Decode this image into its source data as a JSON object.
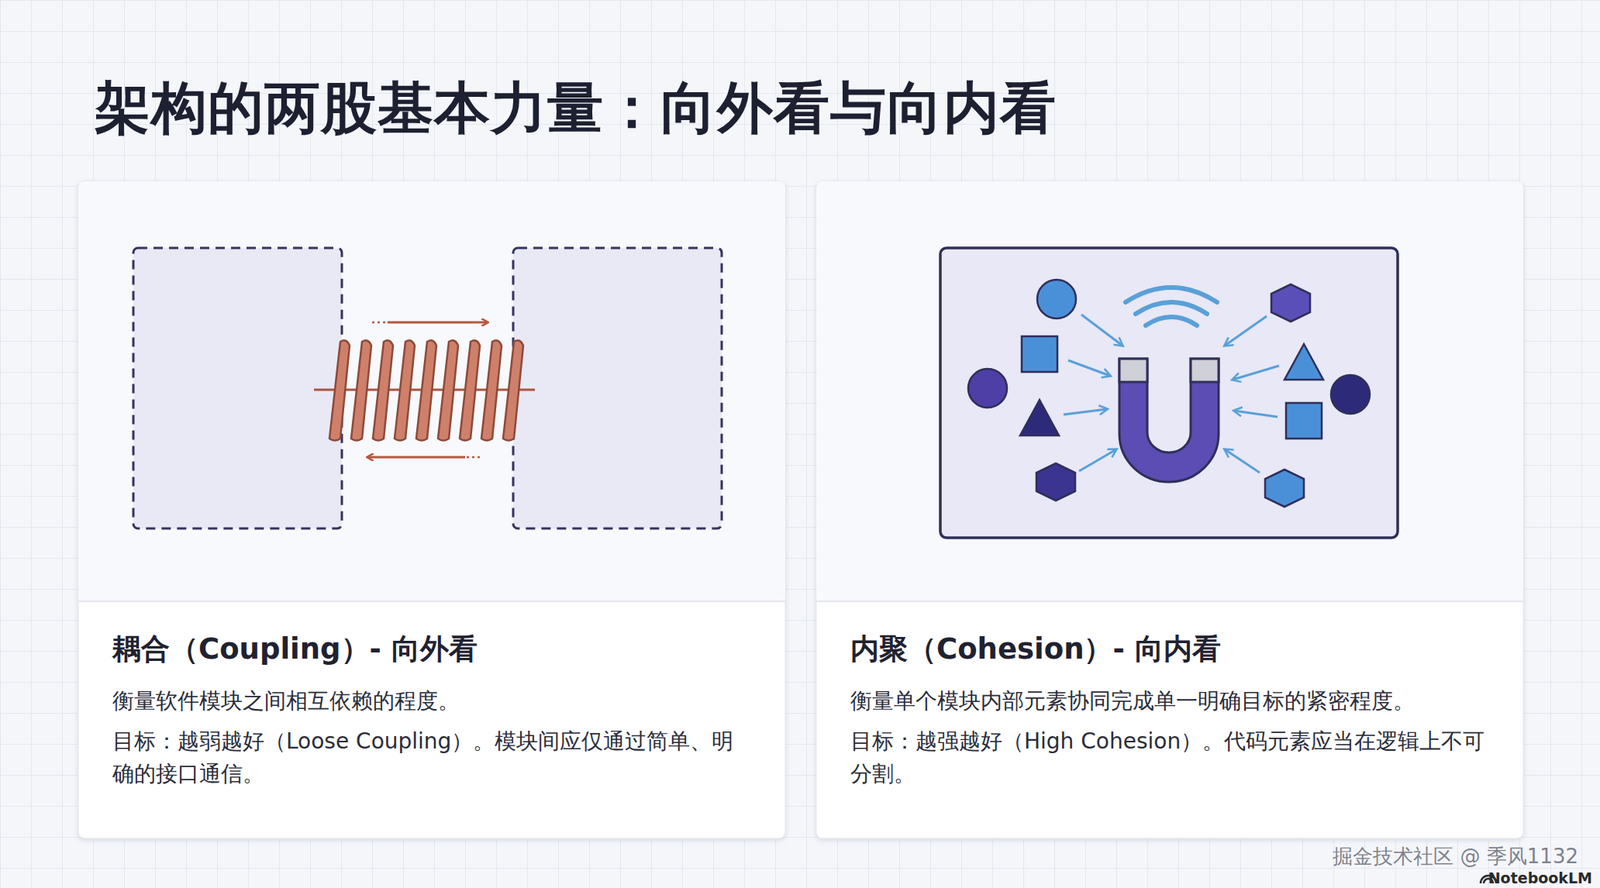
{
  "diagram": {
    "title": "架构的两股基本力量：向外看与向内看",
    "nodes": [
      {
        "text": [
          "耦合（Coupling）- 向外看",
          "衡量软件模块之间相互依赖的程度。",
          "目标：越弱越好（Loose Coupling）。模块间应仅通过简单、明确的接口通信。"
        ]
      },
      {
        "text": [
          "内聚（Cohesion）- 向内看",
          "衡量单个模块内部元素协同完成单一明确目标的紧密程度。",
          "目标：越强越好（High Cohesion）。代码元素应当在逻辑上不可分割。"
        ]
      }
    ],
    "labels": [
      "掘金技术社区 @ 季风1132",
      "NotebookLM"
    ]
  }
}
